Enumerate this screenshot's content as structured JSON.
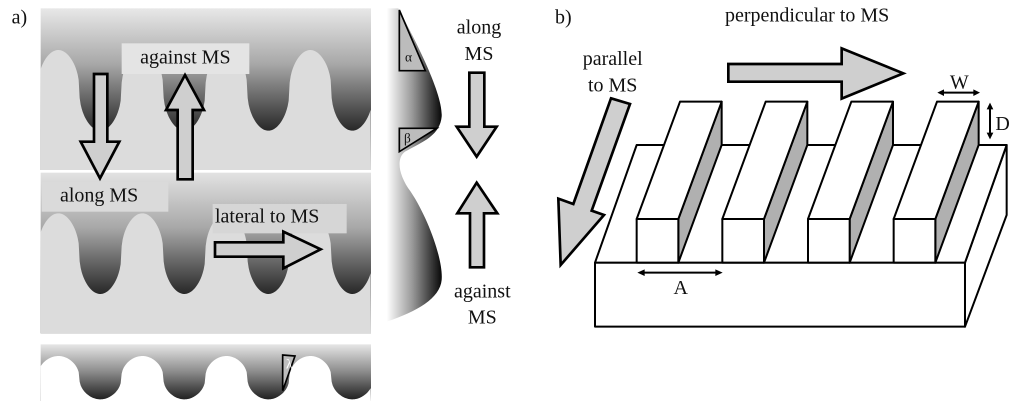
{
  "panel_a": {
    "label": "a)",
    "against_top": "against MS",
    "along_left": "along MS",
    "lateral": "lateral to MS",
    "profile": {
      "along_line1": "along",
      "along_line2": "MS",
      "against_line1": "against",
      "against_line2": "MS",
      "alpha": "α",
      "beta": "β"
    },
    "lambda": "λ"
  },
  "panel_b": {
    "label": "b)",
    "perpendicular": "perpendicular to MS",
    "parallel_line1": "parallel",
    "parallel_line2": "to MS",
    "width_label": "W",
    "depth_label": "D",
    "spacing_label": "A"
  },
  "colors": {
    "arrow_fill": "#cfcfcf",
    "wall_fill": "#b0b0b0",
    "surface_light": "#dcdcdc"
  }
}
